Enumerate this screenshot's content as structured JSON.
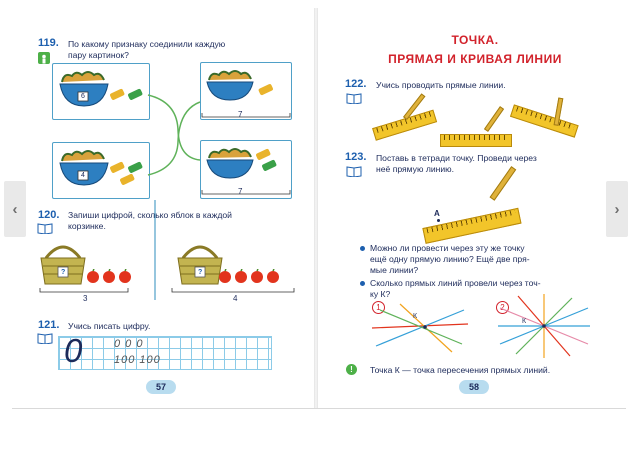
{
  "nav": {
    "prev": "‹",
    "next": "›"
  },
  "left": {
    "ex119": {
      "num": "119.",
      "line1": "По  какому  признаку  соединили  каждую",
      "line2": "пару  картинок?",
      "counts": [
        "6",
        "7",
        "4",
        "7"
      ]
    },
    "ex120": {
      "num": "120.",
      "line1": "Запиши  цифрой,  сколько  яблок  в  каждой",
      "line2": "корзинке.",
      "counts": [
        "3",
        "4"
      ],
      "marks": [
        "?",
        "?"
      ]
    },
    "ex121": {
      "num": "121.",
      "text": "Учись  писать  цифру.",
      "digit": "0",
      "row1": "0  0  0",
      "row2": "100  100"
    },
    "page_number": "57"
  },
  "right": {
    "title1": "ТОЧКА.",
    "title2": "ПРЯМАЯ  И  КРИВАЯ  ЛИНИИ",
    "ex122": {
      "num": "122.",
      "text": "Учись  проводить  прямые  линии."
    },
    "ex123": {
      "num": "123.",
      "line1": "Поставь  в  тетради  точку.  Проведи  через",
      "line2": "неё  прямую  линию.",
      "point": "A"
    },
    "bullets": [
      {
        "l1": "Можно  ли  провести  через  эту  же  точку",
        "l2": "ещё  одну  прямую  линию?  Ещё  две  пря-",
        "l3": "мые  линии?"
      },
      {
        "l1": "Сколько  прямых  линий  провели  через  точ-",
        "l2": "ку  К?",
        "l3": ""
      }
    ],
    "circles": [
      "1",
      "2"
    ],
    "k_label": "К",
    "note": "Точка  К  —  точка  пересечения  прямых  линий.",
    "page_number": "58"
  },
  "colors": {
    "number_blue": "#1d5fae",
    "title_red": "#d2222b",
    "frame_blue": "#4fa0c8",
    "apple_red": "#e2341d",
    "basket": "#9c8a2c"
  }
}
